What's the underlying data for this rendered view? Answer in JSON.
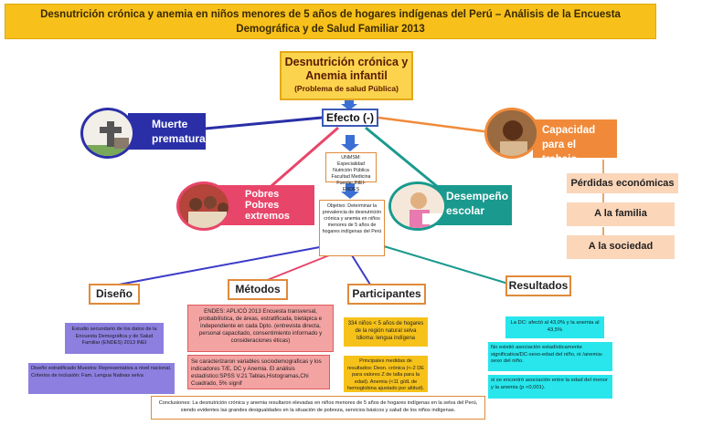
{
  "title": {
    "line1": "Desnutrición crónica y anemia en niños menores de 5 años de hogares indígenas del Perú – Análisis de la Encuesta",
    "line2": "Demográfica y de Salud Familiar 2013"
  },
  "central": {
    "title1": "Desnutrición crónica y",
    "title2": "Anemia infantil",
    "subtitle": "(Problema de salud Pública)"
  },
  "efecto": "Efecto (-)",
  "source_box": {
    "l1": "UNMSM: Especialidad",
    "l2": "Nutrición Pública",
    "l3": "Facultad Medicina",
    "l4": "Fuente: INEI- ENDES"
  },
  "objective_box": {
    "text": "Objetivo: Determinar la prevalencia de desnutrición crónica y anemia en niños menores de 5 años de hogares indígenas del Perú"
  },
  "effects": {
    "muerte": "Muerte prematura",
    "pobres": "Pobres Pobres extremos",
    "desempeno": "Desempeño escolar",
    "capacidad": "Capacidad para el trabajo"
  },
  "perdidas": {
    "title": "Pérdidas económicas",
    "items": [
      "A la familia",
      "A la sociedad"
    ]
  },
  "sections": {
    "diseno": "Diseño",
    "metodos": "Métodos",
    "participantes": "Participantes",
    "resultados": "Resultados"
  },
  "diseno_boxes": {
    "b1": "Estudio secundario de los datos de la Encuesta Demográfica y de Salud Familiar (ENDES) 2013  INEI",
    "b2": "Diseño estratificado Muestra: Representativa a nivel nacional. Criterios de inclusión: Fam. Lengua Nativas selva"
  },
  "metodos_boxes": {
    "b1": "ENDES: APLICÓ 2013 Encuesta transversal, probabilística, de áreas, estratificada, bietápica e independiente en cada Dpto. (entrevista directa, personal capacitado, consentimiento informado y consideraciones éticas)",
    "b2": "Se caracterizaron variables sociodemograficas y los indicadores T/E, DC y Anemia. El análisis estadístico:SPSS V.21 Tablas,Histogramas,Chi Cuadrado, 5% signif"
  },
  "participantes_boxes": {
    "b1": "334 niños < 5 años de hogares de la región natural selva Idioma: lengua indígena",
    "b2": "Principales medidas de resultados: Desn. crónica (<-2 DE para valores Z de talla para la edad). Anemia (<11 g/dL de hemoglobina ajustado por altitud)."
  },
  "resultados_boxes": {
    "b1": "La DC: afectó al 43,0% y la anemia al 43,5%",
    "b2": "No existió asociación estadísticamente significativa/DC-sexo-edad del niño, ni /anemia-sexo del niño.",
    "b3": "si se encontró asociación entre la edad del menor y la anemia (p <0,001)."
  },
  "conclusion": "Conclusiones: La desnutrición crónica y anemia resultaron elevadas en niños menores de 5 años de hogares indígenas en la selva del Perú, siendo evidentes las grandes desigualdades en la situación de pobreza, servicios básicos y salud de los niños indígenas.",
  "colors": {
    "title": "#f7c01b",
    "muerte": "#2a2fa8",
    "pobres": "#e8456a",
    "desempeno": "#1a9a8e",
    "capacidad": "#f08a3a",
    "purple": "#8c7fe0",
    "pink": "#f4a3a3",
    "yellow": "#f6c21a",
    "cyan": "#28e6ec"
  },
  "icons": {
    "muerte": "grave-icon",
    "pobres": "children-icon",
    "desempeno": "student-icon",
    "capacidad": "worker-icon"
  }
}
